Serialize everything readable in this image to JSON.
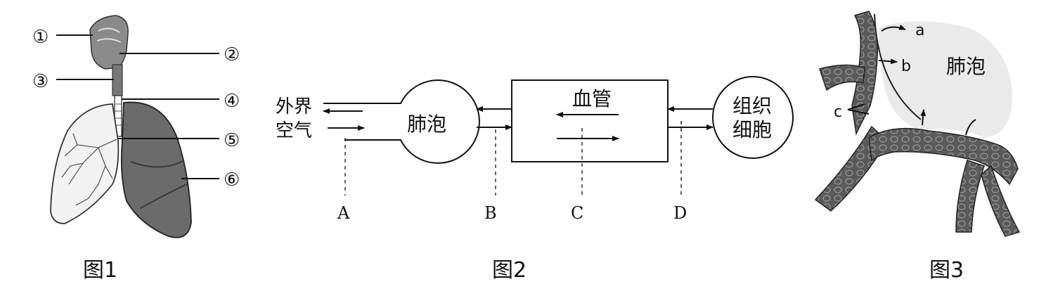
{
  "figure1": {
    "caption": "图1",
    "labels": [
      "①",
      "②",
      "③",
      "④",
      "⑤",
      "⑥"
    ]
  },
  "figure2": {
    "caption": "图2",
    "outside_air_line1": "外界",
    "outside_air_line2": "空气",
    "alveolus": "肺泡",
    "blood_vessel": "血管",
    "tissue_cells_line1": "组织",
    "tissue_cells_line2": "细胞",
    "points": [
      "A",
      "B",
      "C",
      "D"
    ]
  },
  "figure3": {
    "caption": "图3",
    "alveolus": "肺泡",
    "labels": [
      "a",
      "b",
      "c"
    ]
  },
  "colors": {
    "ink": "#111111",
    "vessel": "#5a5a5a",
    "alveolus_shade": "#d9d9d9"
  }
}
